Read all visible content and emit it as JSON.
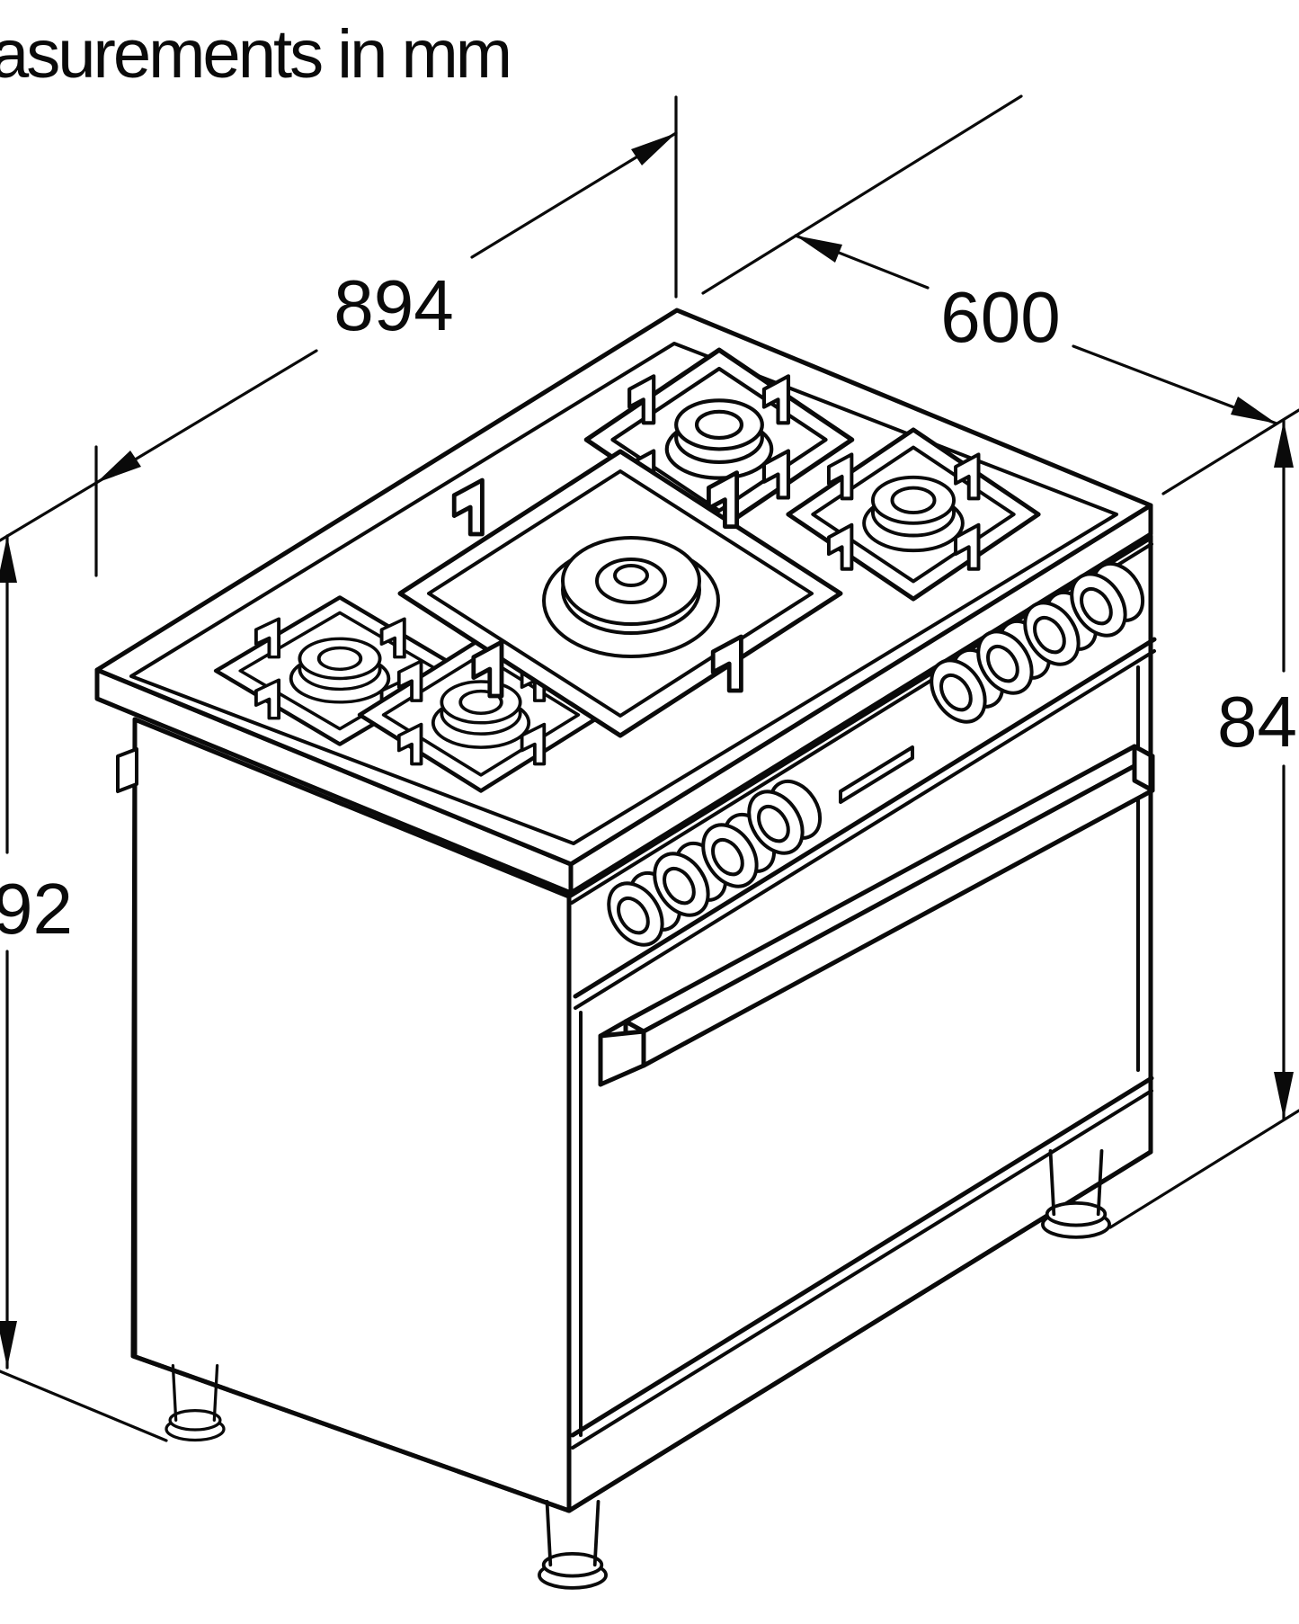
{
  "page": {
    "background_color": "#ffffff",
    "line_color": "#0a0a0a"
  },
  "header": {
    "title": "asurements in mm"
  },
  "dimensions": {
    "unit": "mm",
    "width": {
      "label": "894"
    },
    "depth": {
      "label": "600"
    },
    "height": {
      "label": "84"
    },
    "overall_height": {
      "label": "92"
    }
  },
  "drawing": {
    "subject": "freestanding 5-burner gas range cooker, isometric line drawing",
    "burner_count": 5,
    "control_knob_count": 8,
    "visible_leg_count": 3
  }
}
